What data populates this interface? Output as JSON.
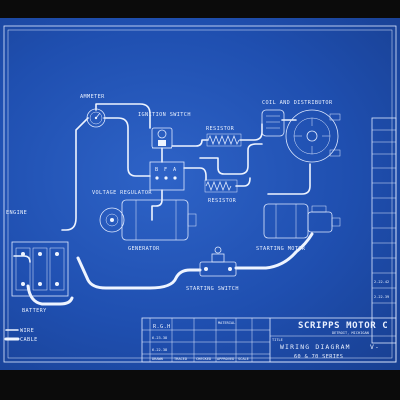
{
  "labels": {
    "ammeter": "AMMETER",
    "ignition_switch": "IGNITION SWITCH",
    "coil_and_distributor": "COIL AND DISTRIBUTOR",
    "resistor_top": "RESISTOR",
    "resistor_bottom": "RESISTOR",
    "voltage_regulator": "VOLTAGE REGULATOR",
    "regulator_terminals": [
      "B",
      "F",
      "A"
    ],
    "generator": "GENERATOR",
    "starting_motor": "STARTING MOTOR",
    "starting_switch": "STARTING SWITCH",
    "battery": "BATTERY",
    "engine": "ENGINE",
    "legend_wire": "WIRE",
    "legend_cable": "CABLE"
  },
  "title_block": {
    "company": "SCRIPPS MOTOR C",
    "company_address": "DETROIT, MICHIGAN",
    "title_label": "TITLE",
    "drawing_title": "WIRING DIAGRAM",
    "drawing_number_fragment": "V-",
    "series": "60 & 70 SERIES",
    "material_label": "MATERIAL",
    "initials": "R.G.H",
    "date_1": "6-23-38",
    "date_2": "6-22-38",
    "column_headers": [
      "DRAWN",
      "TRACED",
      "CHECKED",
      "APPROVED",
      "SCALE"
    ],
    "side_dates": [
      "2-22-42",
      "2-22-39"
    ]
  }
}
